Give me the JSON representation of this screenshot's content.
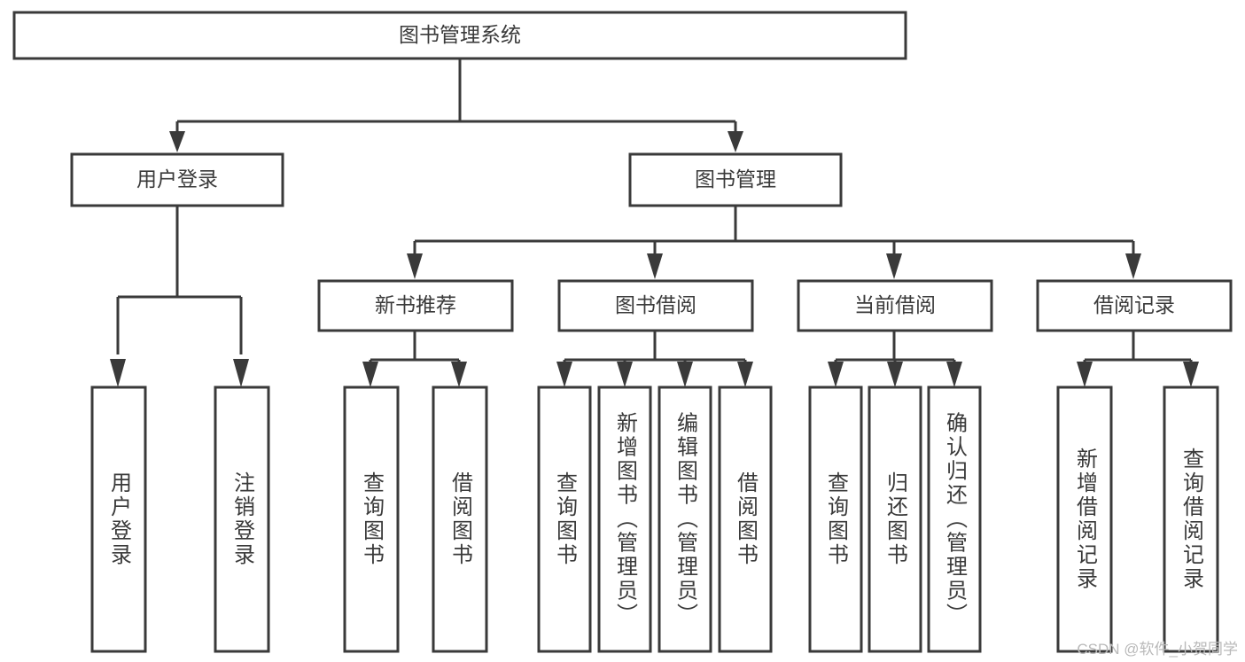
{
  "diagram": {
    "type": "tree-hierarchy-diagram",
    "colors": {
      "stroke": "#3a3a3a",
      "box_fill": "#ffffff",
      "background": "#ffffff",
      "watermark": "#b9b9b9"
    },
    "root": {
      "label": "图书管理系统"
    },
    "level1": [
      {
        "label": "用户登录"
      },
      {
        "label": "图书管理"
      }
    ],
    "level2": [
      {
        "label": "新书推荐"
      },
      {
        "label": "图书借阅"
      },
      {
        "label": "当前借阅"
      },
      {
        "label": "借阅记录"
      }
    ],
    "leaves": {
      "user_login": [
        {
          "label": "用户登录"
        },
        {
          "label": "注销登录"
        }
      ],
      "new_book_recommend": [
        {
          "label": "查询图书"
        },
        {
          "label": "借阅图书"
        }
      ],
      "book_borrow": [
        {
          "label": "查询图书"
        },
        {
          "label": "新增图书（管理员）"
        },
        {
          "label": "编辑图书（管理员）"
        },
        {
          "label": "借阅图书"
        }
      ],
      "current_borrow": [
        {
          "label": "查询图书"
        },
        {
          "label": "归还图书"
        },
        {
          "label": "确认归还（管理员）"
        }
      ],
      "borrow_record": [
        {
          "label": "新增借阅记录"
        },
        {
          "label": "查询借阅记录"
        }
      ]
    }
  },
  "watermark": {
    "text": "CSDN @软件_小贺同学"
  }
}
